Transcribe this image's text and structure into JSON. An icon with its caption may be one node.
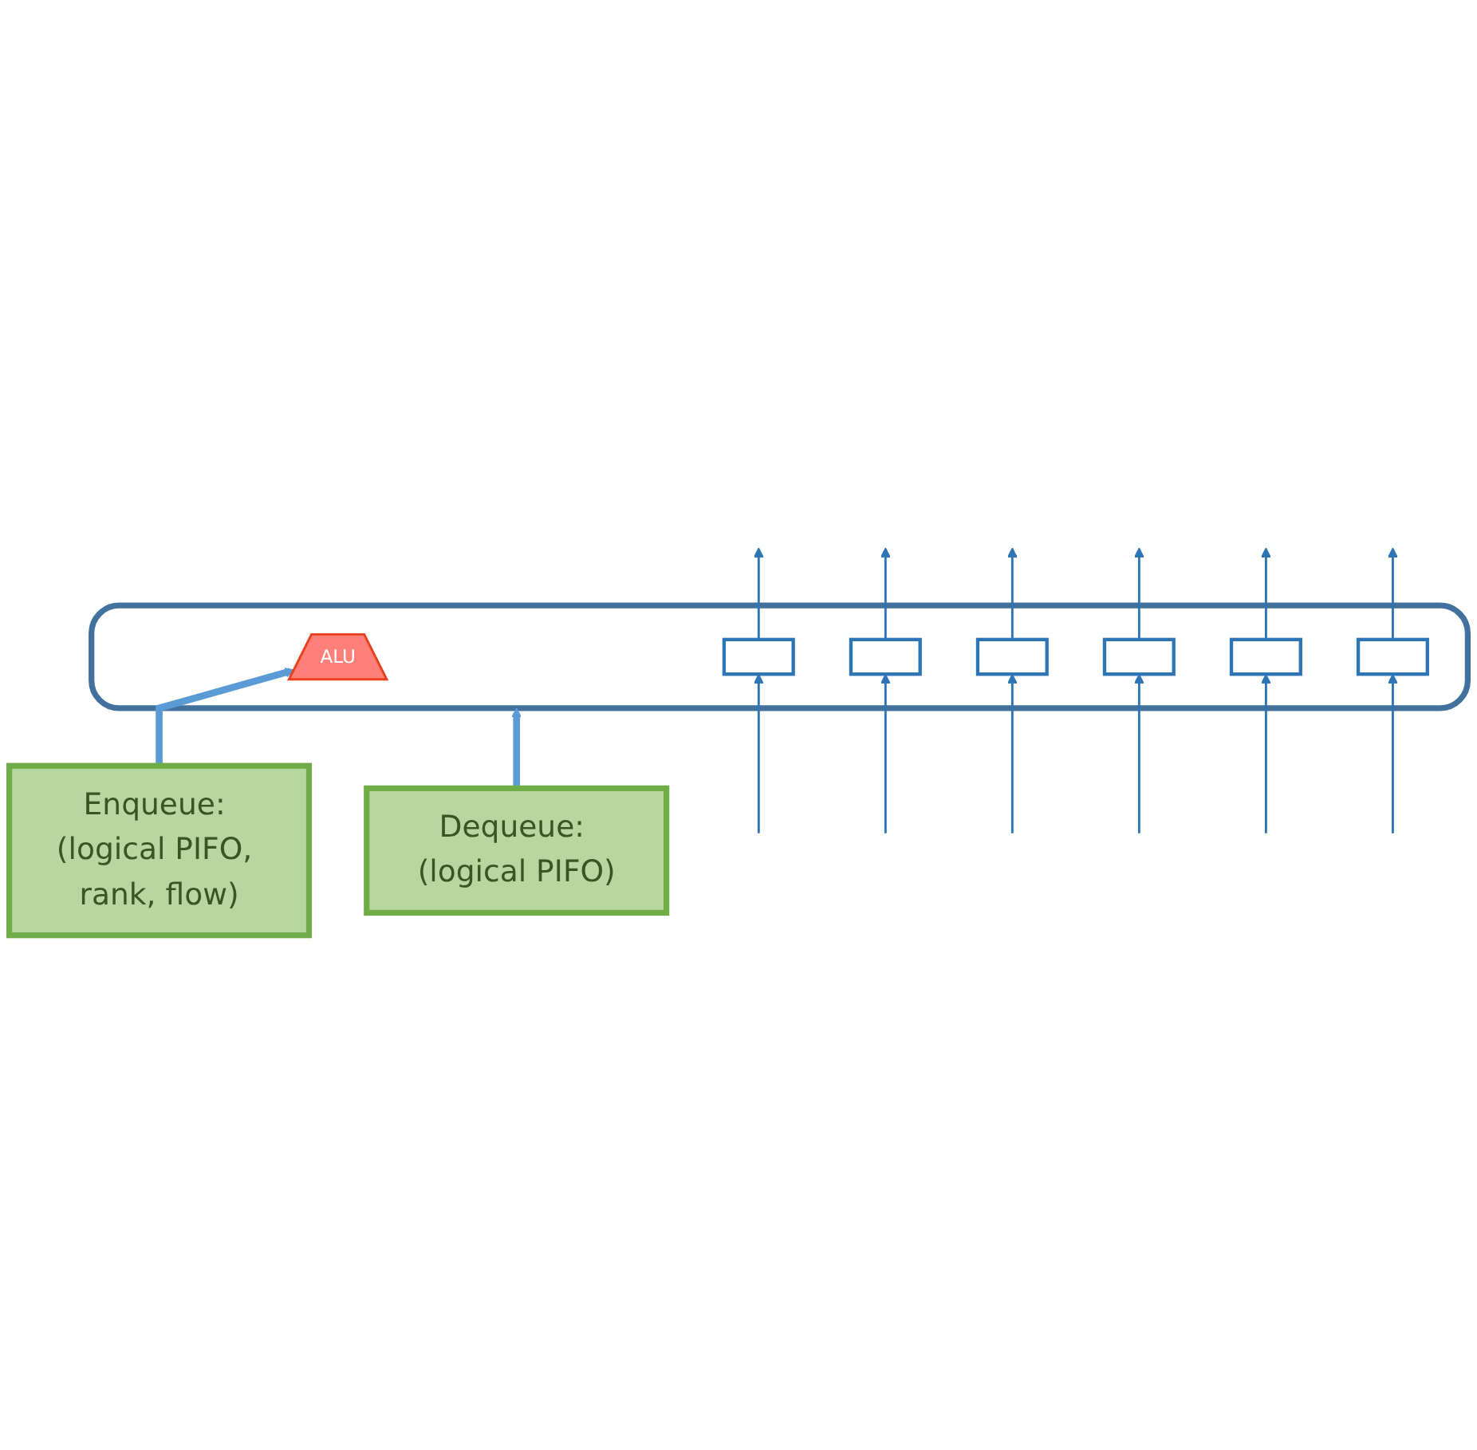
{
  "diagram": {
    "nodes": [
      {
        "text": [],
        "shape": "box"
      },
      {
        "text": [
          "ALU"
        ],
        "in": 0
      },
      {
        "text": [],
        "shape": "box",
        "in": 0
      },
      {
        "text": [],
        "shape": "box",
        "in": 0
      },
      {
        "text": [],
        "shape": "box",
        "in": 0
      },
      {
        "text": [],
        "shape": "box",
        "in": 0
      },
      {
        "text": [],
        "shape": "box",
        "in": 0
      },
      {
        "text": [],
        "shape": "box",
        "in": 0
      },
      {
        "text": [
          "Enqueue: (logical PIFO, rank, flow)"
        ]
      },
      {
        "text": [
          "Dequeue: (logical PIFO)"
        ]
      }
    ],
    "edges": [
      {
        "from": null,
        "to": 2,
        "arrow": "to"
      },
      {
        "from": 2,
        "to": null,
        "arrow": "to"
      },
      {
        "from": null,
        "to": 3,
        "arrow": "to"
      },
      {
        "from": 3,
        "to": null,
        "arrow": "to"
      },
      {
        "from": null,
        "to": 4,
        "arrow": "to"
      },
      {
        "from": 4,
        "to": null,
        "arrow": "to"
      },
      {
        "from": null,
        "to": 5,
        "arrow": "to"
      },
      {
        "from": 5,
        "to": null,
        "arrow": "to"
      },
      {
        "from": null,
        "to": 6,
        "arrow": "to"
      },
      {
        "from": 6,
        "to": null,
        "arrow": "to"
      },
      {
        "from": null,
        "to": 7,
        "arrow": "to"
      },
      {
        "from": 7,
        "to": null,
        "arrow": "to"
      },
      {
        "from": 8,
        "to": 1,
        "arrow": "to",
        "style": "thick",
        "color": "#5b9bd5"
      },
      {
        "from": 9,
        "to": 0,
        "arrow": "to",
        "style": "thick",
        "color": "#5b9bd5"
      }
    ]
  }
}
